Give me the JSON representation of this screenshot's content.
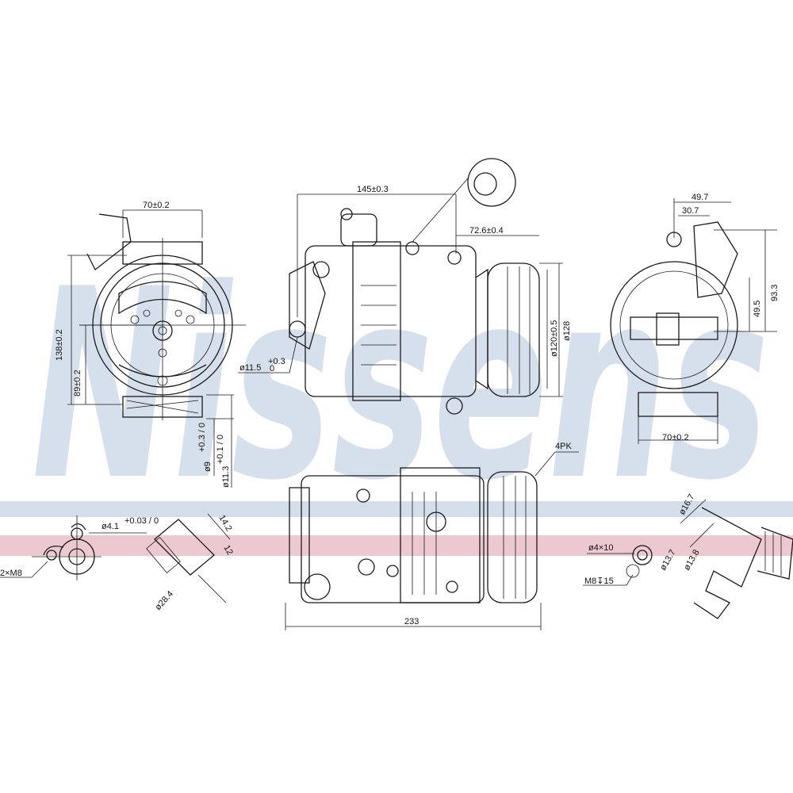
{
  "watermark": {
    "text": "Nissens",
    "band_colors": [
      "#d3deea",
      "#ecc9d0"
    ]
  },
  "front_view": {
    "width_label": "70±0.2",
    "height_label": "138±0.2",
    "center_label": "89±0.2"
  },
  "side_view": {
    "length_label": "145±0.3",
    "port_offset_label": "72.6±0.4",
    "hole_label": "ø11.5",
    "hole_tol_upper": "+0.3",
    "hole_tol_lower": "0",
    "pulley_dia_label": "ø120±0.5",
    "pulley_outer_label": "ø128"
  },
  "rear_view": {
    "dim_a": "49.7",
    "dim_b": "30.7",
    "dim_c": "93.3",
    "dim_d": "49.5",
    "width_label": "70±0.2"
  },
  "bottom_view": {
    "belt_label": "4PK",
    "length_label": "233"
  },
  "mount_details": {
    "bore_a": "ø9",
    "bore_a_tol": "+0.3 / 0",
    "bore_b": "ø11.3",
    "bore_b_tol": "+0.1 / 0"
  },
  "port_left": {
    "hole_label": "ø4.1",
    "hole_tol": "+0.03 / 0",
    "thread_label": "2×M8",
    "dim_a": "14.2",
    "dim_b": "12",
    "dia_label": "ø28.4"
  },
  "port_right": {
    "hole_label": "ø4×10",
    "thread_label": "M8↧15",
    "dia_a": "ø16.7",
    "dia_b": "ø13.7",
    "dia_c": "ø13.8"
  }
}
